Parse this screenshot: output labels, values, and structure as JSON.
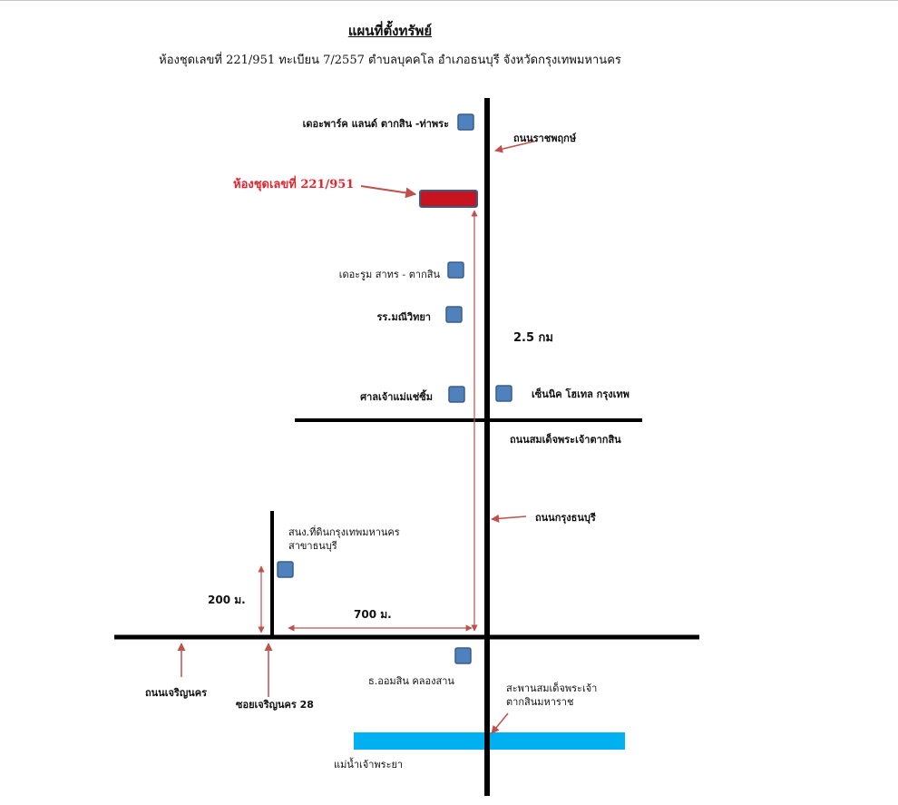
{
  "header": {
    "title": "แผนที่ตั้งทรัพย์",
    "subtitle": "ห้องชุดเลขที่  221/951  ทะเบียน 7/2557  ตำบลบุคคโล อำเภอธนบุรี  จังหวัดกรุงเทพมหานคร"
  },
  "property": {
    "label": "ห้องชุดเลขที่  221/951",
    "color": "#c8141e"
  },
  "landmarks": {
    "park_land": "เดอะพาร์ค แลนด์ ตากสิน -ท่าพระ",
    "the_room": "เดอะรูม สาทร - ตากสิน",
    "school": "รร.มณีวิทยา",
    "shrine": "ศาลเจ้าแม่แช่ซิ้ม",
    "hotel": "เซ็นนิค โฮเทล กรุงเทพ",
    "land_office": "สนง.ที่ดินกรุงเทพมหานคร\nสาขาธนบุรี",
    "bank": "ธ.ออมสิน คลองสาน"
  },
  "roads": {
    "ratchaphruek": "ถนนราชพฤกษ์",
    "somdet_taksin": "ถนนสมเด็จพระเจ้าตากสิน",
    "krung_thonburi": "ถนนกรุงธนบุรี",
    "charoen_nakhon": "ถนนเจริญนคร",
    "soi_charoen_nakhon_28": "ซอยเจริญนคร  28",
    "bridge": "สะพานสมเด็จพระเจ้า\nตากสินมหาราช",
    "river": "แม่น้ำเจ้าพระยา"
  },
  "distances": {
    "main": "2.5 กม",
    "horizontal": "700 ม.",
    "vertical": "200 ม."
  },
  "colors": {
    "road": "#000000",
    "marker": "#4f81bd",
    "arrow": "#c0504d",
    "river": "#00b0f0",
    "label_red": "#e3262f"
  }
}
